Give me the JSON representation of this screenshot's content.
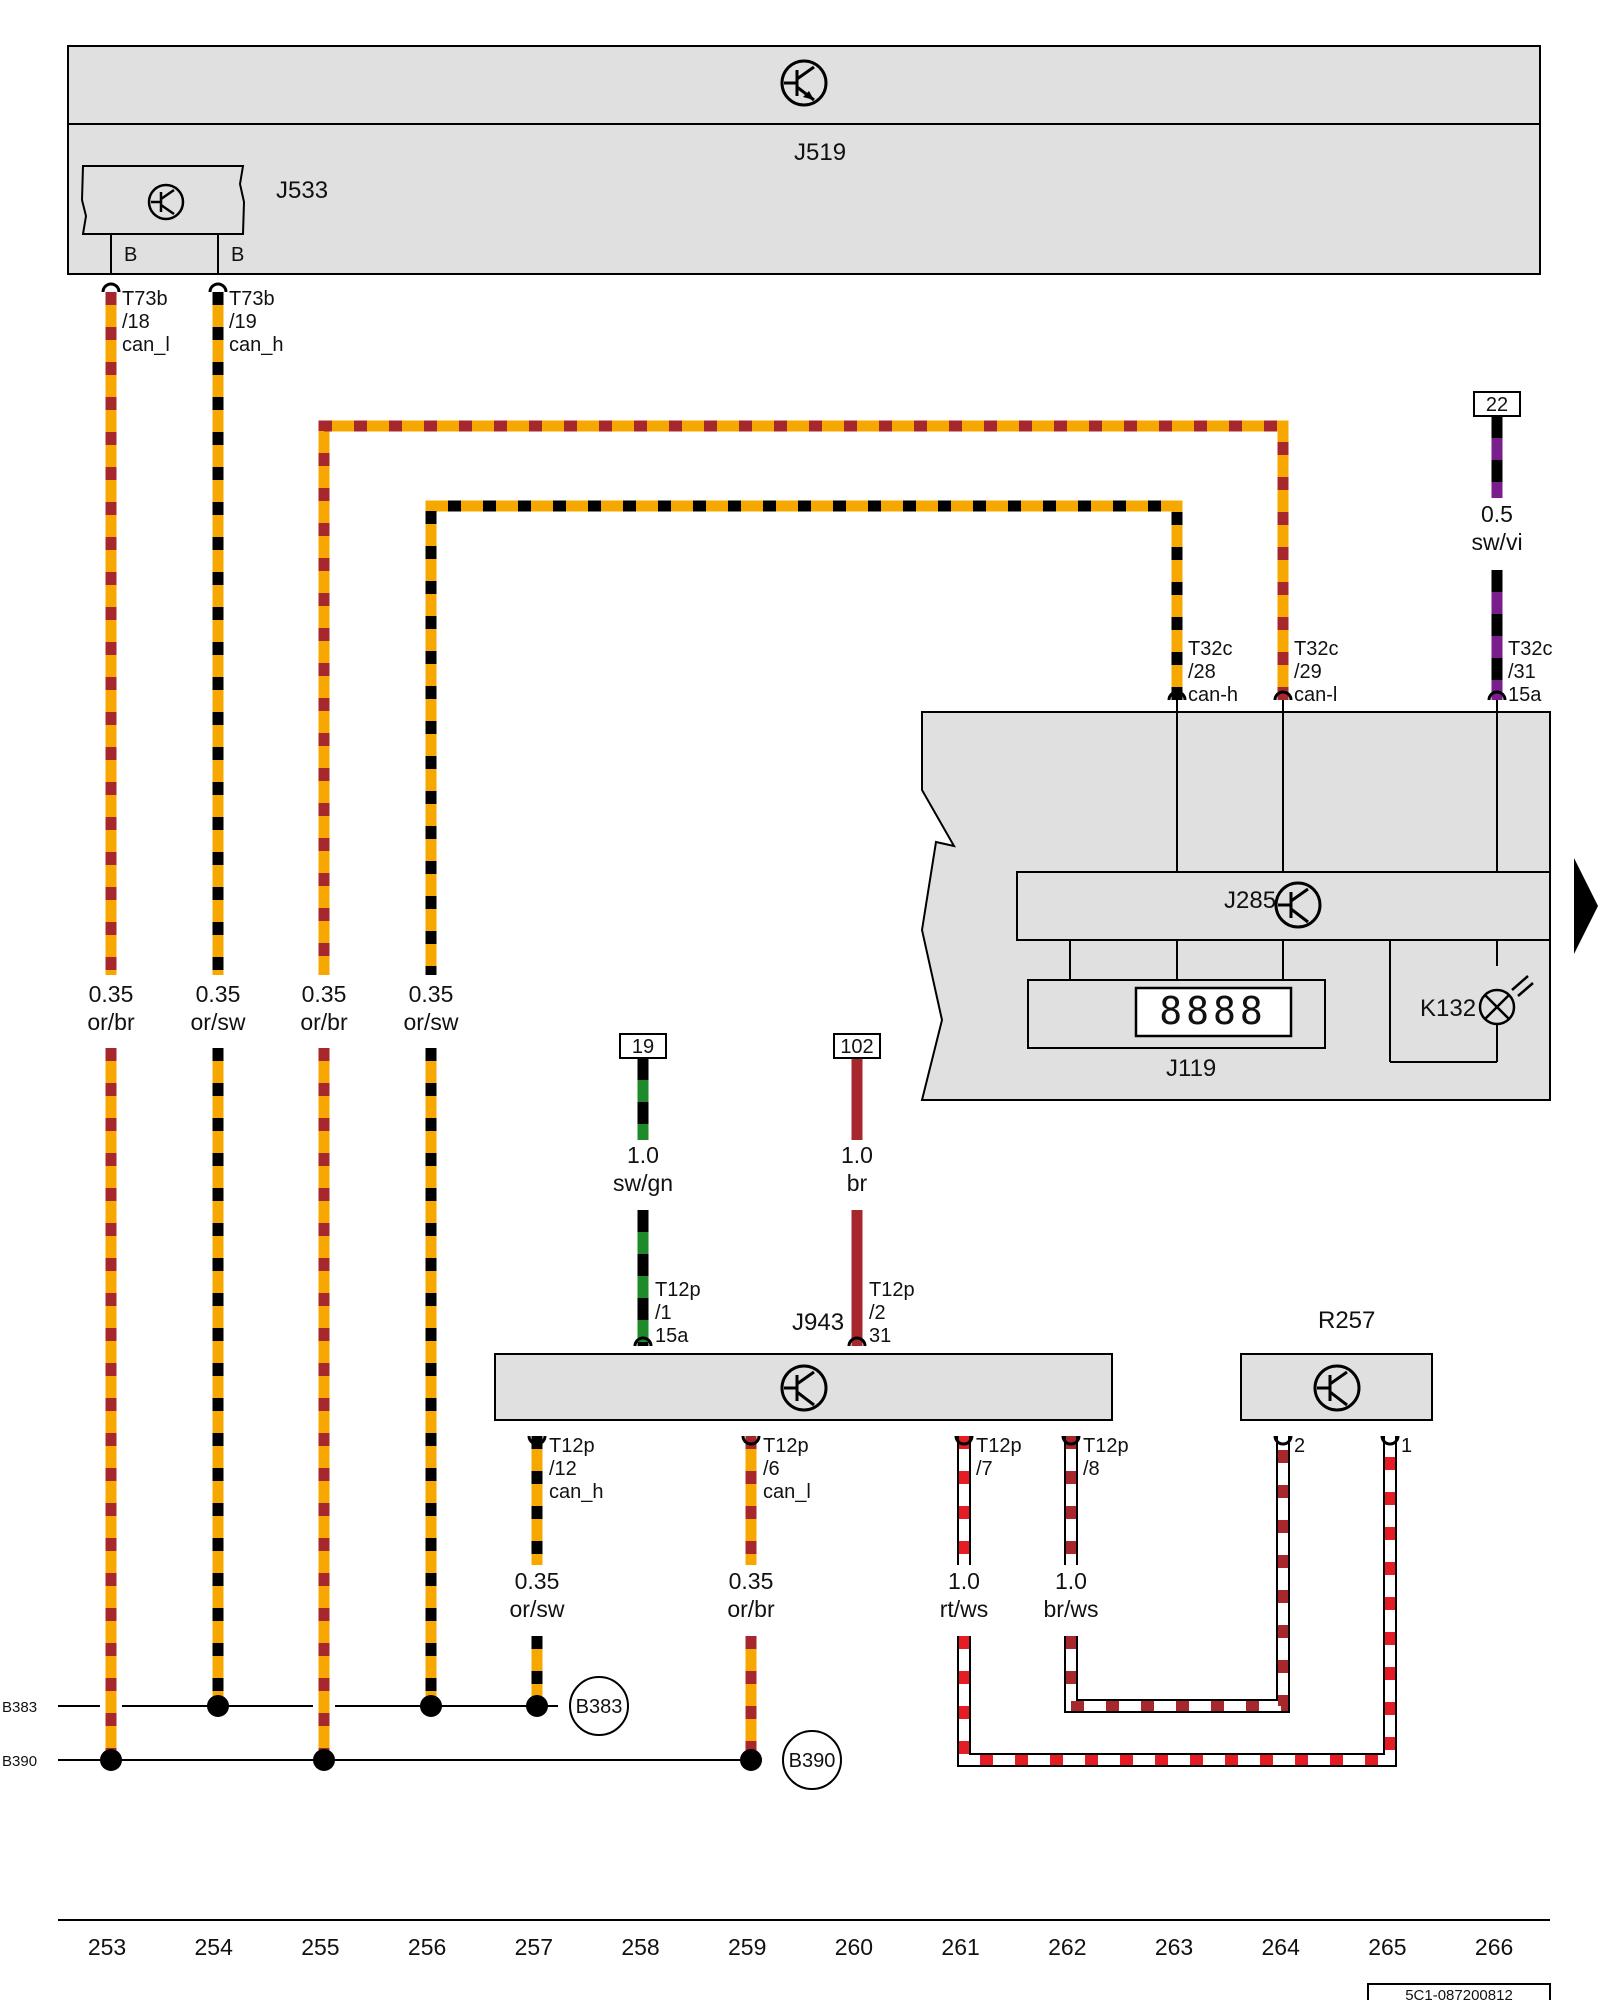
{
  "components": {
    "J519": "J519",
    "J533": "J533",
    "J285": "J285",
    "J119": "J119",
    "K132": "K132",
    "J943": "J943",
    "R257": "R257"
  },
  "j533_pins": [
    "B",
    "B"
  ],
  "display_digits": "8888",
  "fuses": [
    "22",
    "19",
    "102"
  ],
  "connectors": {
    "j519_can_l": [
      "T73b",
      "/18",
      "can_l"
    ],
    "j519_can_h": [
      "T73b",
      "/19",
      "can_h"
    ],
    "j285_can_h": [
      "T32c",
      "/28",
      "can-h"
    ],
    "j285_can_l": [
      "T32c",
      "/29",
      "can-l"
    ],
    "j285_15a": [
      "T32c",
      "/31",
      "15a"
    ],
    "j943_15a": [
      "T12p",
      "/1",
      "15a"
    ],
    "j943_31": [
      "T12p",
      "/2",
      "31"
    ],
    "j943_can_h": [
      "T12p",
      "/12",
      "can_h"
    ],
    "j943_can_l": [
      "T12p",
      "/6",
      "can_l"
    ],
    "j943_7": [
      "T12p",
      "/7"
    ],
    "j943_8": [
      "T12p",
      "/8"
    ],
    "r257_2": "2",
    "r257_1": "1"
  },
  "wire_specs": {
    "w253": [
      "0.35",
      "or/br"
    ],
    "w254": [
      "0.35",
      "or/sw"
    ],
    "w255": [
      "0.35",
      "or/br"
    ],
    "w256": [
      "0.35",
      "or/sw"
    ],
    "w_sw_vi": [
      "0.5",
      "sw/vi"
    ],
    "w_sw_gn": [
      "1.0",
      "sw/gn"
    ],
    "w_br": [
      "1.0",
      "br"
    ],
    "w257": [
      "0.35",
      "or/sw"
    ],
    "w259": [
      "0.35",
      "or/br"
    ],
    "w_rt_ws": [
      "1.0",
      "rt/ws"
    ],
    "w_br_ws": [
      "1.0",
      "br/ws"
    ]
  },
  "bus_lines": {
    "b383_label": "B383",
    "b390_label": "B390",
    "b383_circle": "B383",
    "b390_circle": "B390"
  },
  "column_numbers": [
    "253",
    "254",
    "255",
    "256",
    "257",
    "258",
    "259",
    "260",
    "261",
    "262",
    "263",
    "264",
    "265",
    "266"
  ],
  "footer_code": "5C1-087200812",
  "wire_colors": {
    "or": "#f7a800",
    "br": "#a6282c",
    "sw": "#000000",
    "vi": "#7a1e8c",
    "gn": "#1f8a2a",
    "rt": "#e51c23",
    "ws": "#ffffff"
  }
}
